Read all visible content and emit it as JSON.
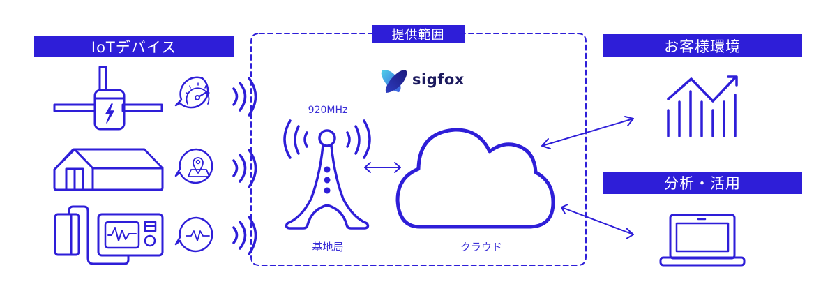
{
  "sections": {
    "iot_devices": {
      "title": "IoTデバイス"
    },
    "scope": {
      "title": "提供範囲"
    },
    "customer_env": {
      "title": "お客様環境"
    },
    "analysis": {
      "title": "分析・活用"
    }
  },
  "iot_devices": [
    {
      "device": "power-meter-device",
      "sensor": "gauge-icon"
    },
    {
      "device": "building",
      "sensor": "map-pin-icon"
    },
    {
      "device": "medical-monitor",
      "sensor": "heartbeat-icon"
    }
  ],
  "scope": {
    "brand": "sigfox",
    "frequency": "920MHz",
    "base_station_label": "基地局",
    "cloud_label": "クラウド"
  },
  "colors": {
    "primary": "#2e1ed8",
    "logo_text": "#1c1a5e",
    "logo_light": "#4fd0e8",
    "logo_dark": "#1c1a7e"
  }
}
